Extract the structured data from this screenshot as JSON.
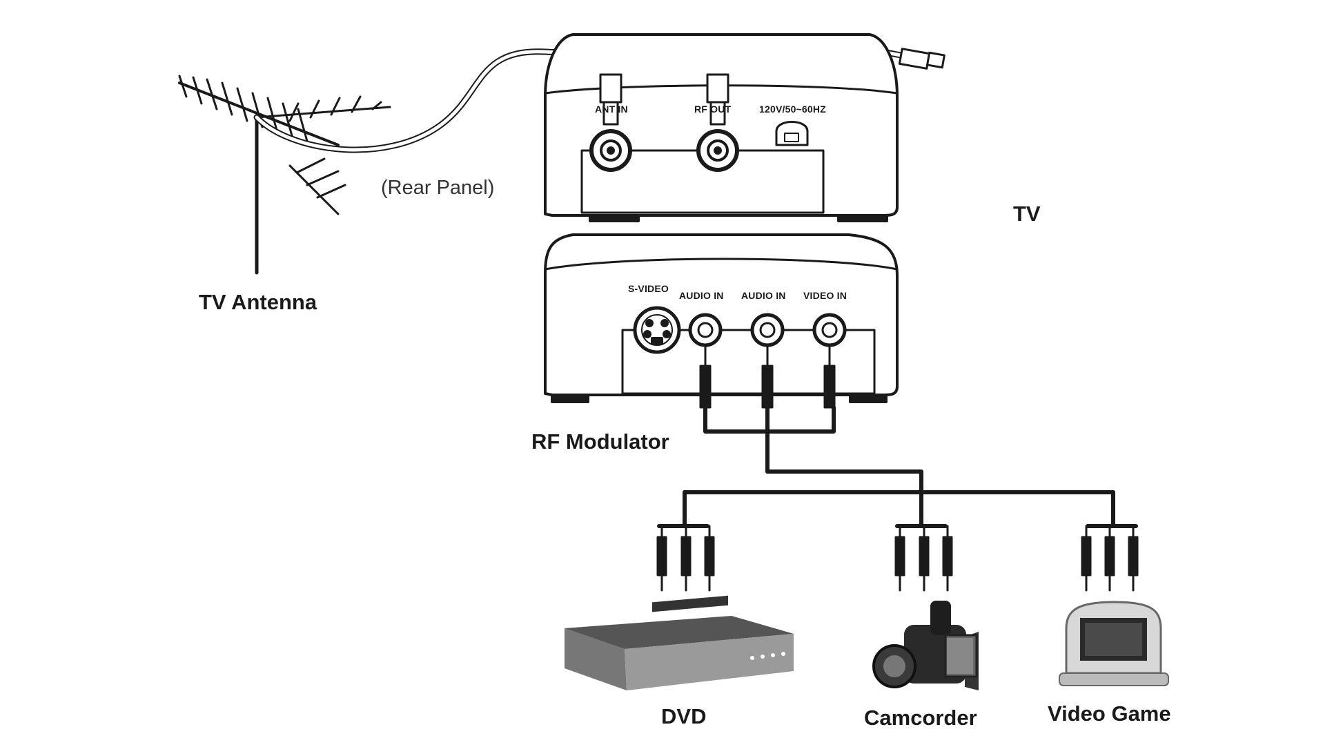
{
  "labels": {
    "tv_antenna": "TV Antenna",
    "rear_panel": "(Rear Panel)",
    "tv": "TV",
    "rf_modulator": "RF Modulator",
    "dvd": "DVD",
    "camcorder": "Camcorder",
    "video_game": "Video Game"
  },
  "tv_rear_panel": {
    "ant_in": "ANT IN",
    "rf_out": "RF OUT",
    "power": "120V/50~60HZ"
  },
  "modulator_panel": {
    "s_video": "S-VIDEO",
    "audio_in_1": "AUDIO IN",
    "audio_in_2": "AUDIO IN",
    "video_in": "VIDEO IN"
  }
}
